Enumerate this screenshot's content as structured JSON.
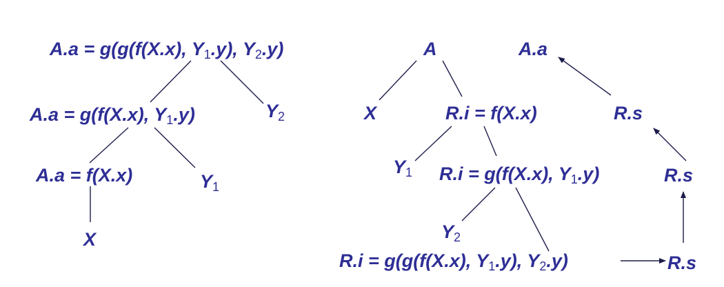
{
  "color_text": "#2e2e96",
  "color_line": "#1c1c4a",
  "left_tree": {
    "root": {
      "p1": "A.a = g(g(f(X.x), Y",
      "s1": "1",
      "p2": ".y), Y",
      "s2": "2",
      "p3": ".y)"
    },
    "mid": {
      "p1": "A.a = g(f(X.x), Y",
      "s1": "1",
      "p2": ".y)"
    },
    "y2": {
      "base": "Y",
      "sub": "2"
    },
    "low": {
      "text": "A.a = f(X.x)"
    },
    "y1": {
      "base": "Y",
      "sub": "1"
    },
    "x": {
      "text": "X"
    }
  },
  "right_tree": {
    "a": {
      "text": "A"
    },
    "x": {
      "text": "X"
    },
    "ri1": {
      "text": "R.i = f(X.x)"
    },
    "y1": {
      "base": "Y",
      "sub": "1"
    },
    "ri2": {
      "p1": "R.i = g(f(X.x), Y",
      "s1": "1",
      "p2": ".y)"
    },
    "y2": {
      "base": "Y",
      "sub": "2"
    },
    "ri3": {
      "p1": "R.i = g(g(f(X.x), Y",
      "s1": "1",
      "p2": ".y), Y",
      "s2": "2",
      "p3": ".y)"
    }
  },
  "synth_chain": {
    "aa": {
      "text": "A.a"
    },
    "rs_top": {
      "text": "R.s"
    },
    "rs_mid": {
      "text": "R.s"
    },
    "rs_bot": {
      "text": "R.s"
    }
  }
}
